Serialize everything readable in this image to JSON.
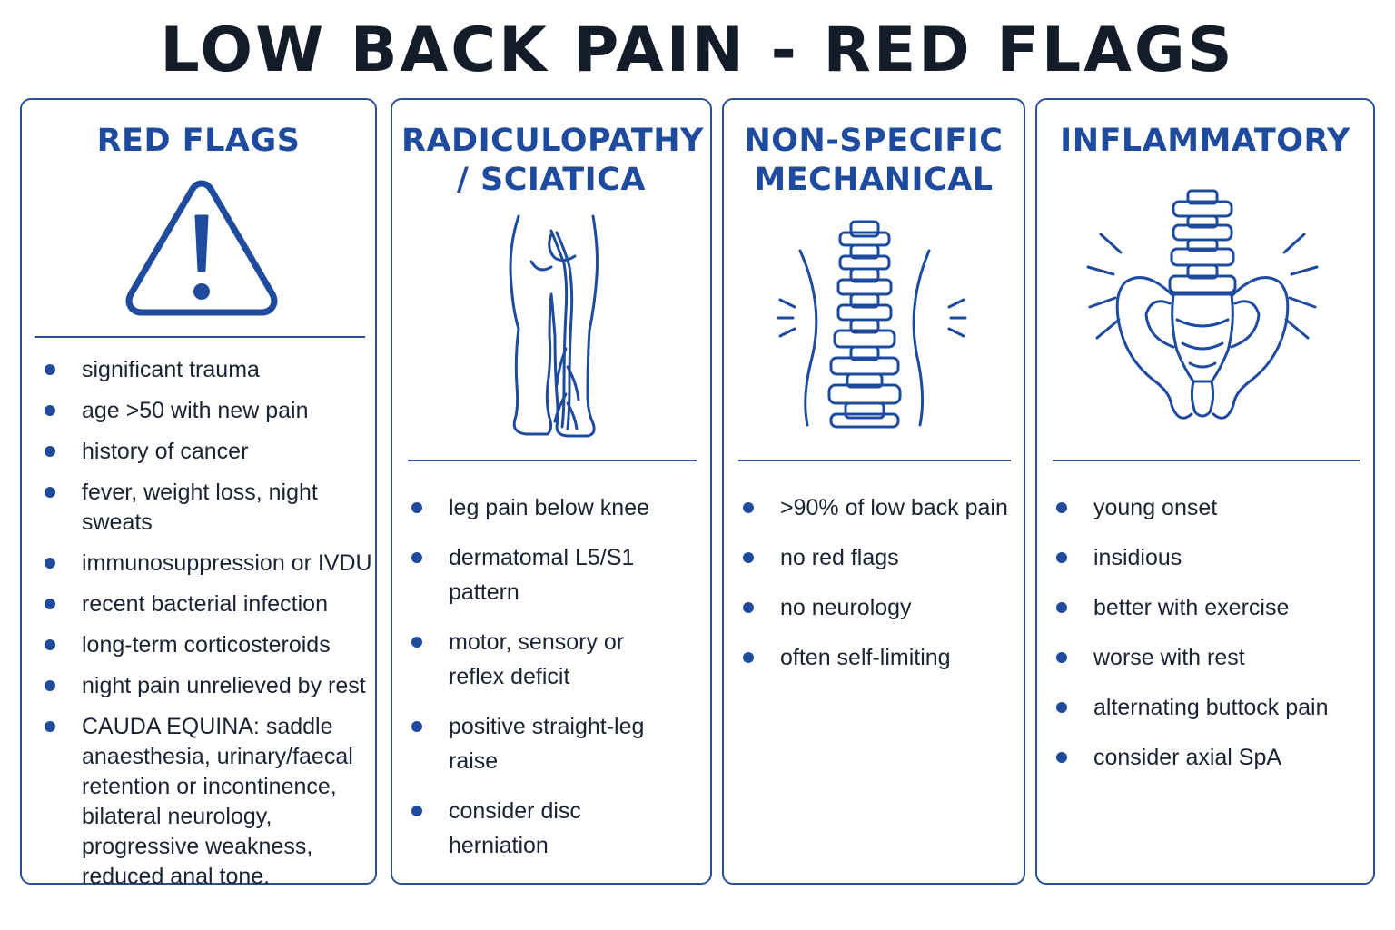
{
  "page": {
    "title": "LOW BACK PAIN - RED FLAGS"
  },
  "colors": {
    "accent": "#1e4b9e",
    "border": "#2a4f96",
    "title": "#141c2a",
    "text": "#1b2233"
  },
  "panels": [
    {
      "title": "RED FLAGS",
      "icon": "warning-triangle-icon",
      "items": [
        "significant trauma",
        "age >50 with new pain",
        "history of cancer",
        "fever, weight loss, night sweats",
        "immunosuppression or IVDU",
        "recent bacterial infection",
        "long-term corticosteroids",
        "night pain unrelieved by rest",
        "CAUDA EQUINA: saddle anaesthesia, urinary/faecal retention or incontinence, bilateral neurology, progressive weakness, reduced anal tone."
      ]
    },
    {
      "title": "RADICULOPATHY / SCIATICA",
      "icon": "leg-nerve-icon",
      "items": [
        "leg pain below knee",
        "dermatomal L5/S1 pattern",
        "motor, sensory or reflex deficit",
        "positive straight-leg raise",
        "consider disc herniation"
      ]
    },
    {
      "title": "NON-SPECIFIC MECHANICAL",
      "icon": "spine-icon",
      "items": [
        ">90% of low back pain",
        "no red flags",
        "no neurology",
        "often self-limiting"
      ]
    },
    {
      "title": "INFLAMMATORY",
      "icon": "pelvis-spine-icon",
      "items": [
        "young onset",
        "insidious",
        "better with exercise",
        "worse with rest",
        "alternating buttock pain",
        "consider axial SpA"
      ]
    }
  ]
}
